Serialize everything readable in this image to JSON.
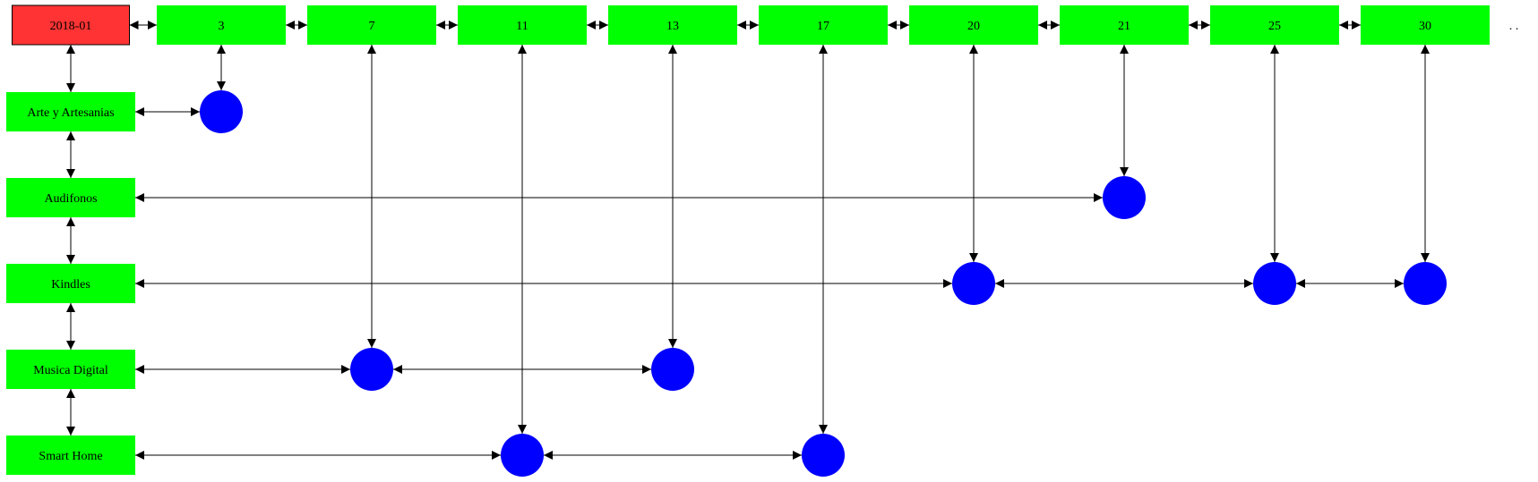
{
  "colors": {
    "header_node": "#ff3333",
    "day_node": "#00ff00",
    "category_node": "#00ff00",
    "event_node": "#0000ff",
    "edge": "#000000"
  },
  "header": {
    "label": "2018-01"
  },
  "days": [
    {
      "label": "3"
    },
    {
      "label": "7"
    },
    {
      "label": "11"
    },
    {
      "label": "13"
    },
    {
      "label": "17"
    },
    {
      "label": "20"
    },
    {
      "label": "21"
    },
    {
      "label": "25"
    },
    {
      "label": "30"
    }
  ],
  "ellipsis": ". .",
  "categories": [
    {
      "label": "Arte y Artesanias"
    },
    {
      "label": "Audifonos"
    },
    {
      "label": "Kindles"
    },
    {
      "label": "Musica Digital"
    },
    {
      "label": "Smart Home"
    }
  ],
  "events": [
    {
      "day": "3",
      "category": "Arte y Artesanias"
    },
    {
      "day": "21",
      "category": "Audifonos"
    },
    {
      "day": "20",
      "category": "Kindles"
    },
    {
      "day": "25",
      "category": "Kindles"
    },
    {
      "day": "30",
      "category": "Kindles"
    },
    {
      "day": "7",
      "category": "Musica Digital"
    },
    {
      "day": "13",
      "category": "Musica Digital"
    },
    {
      "day": "11",
      "category": "Smart Home"
    },
    {
      "day": "17",
      "category": "Smart Home"
    }
  ]
}
